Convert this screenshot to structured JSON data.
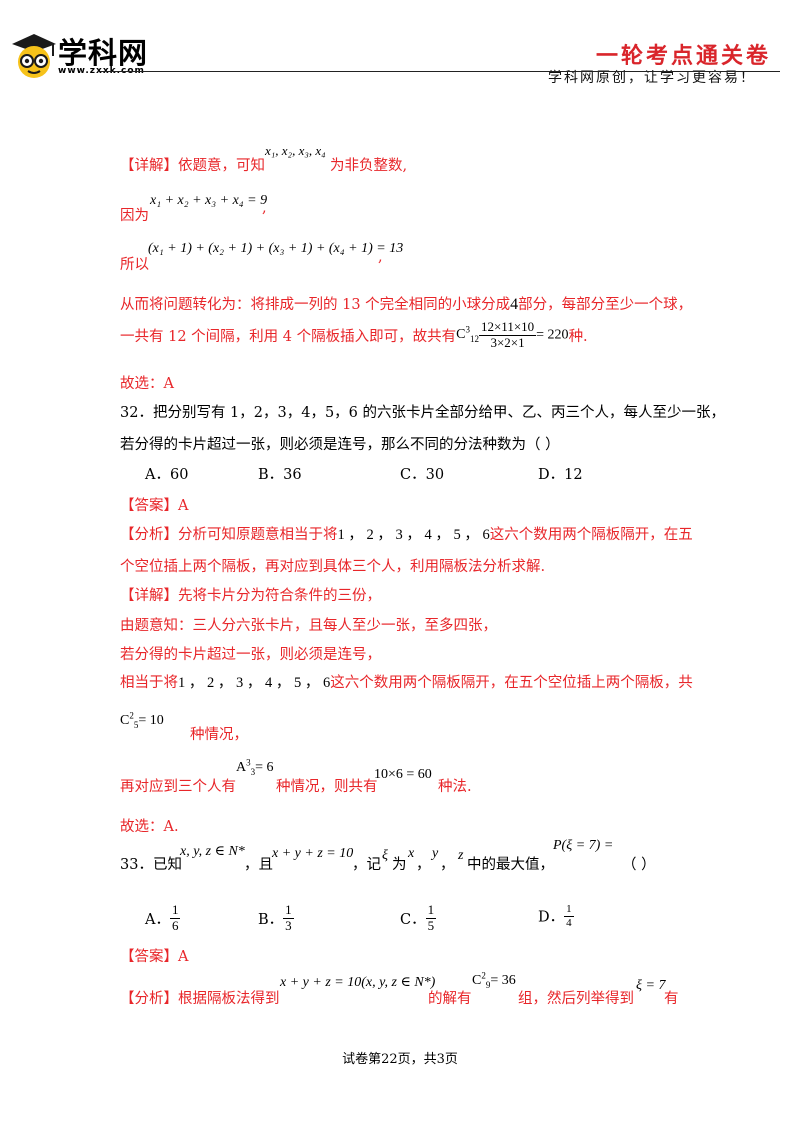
{
  "header": {
    "logo_text": "学科网",
    "logo_url": "www.zxxk.com",
    "series_title": "一轮考点通关卷",
    "slogan": "学科网原创，让学习更容易！"
  },
  "p1": {
    "detail_label": "【详解】",
    "detail_text": "依题意，可知",
    "detail_vars": "x₁, x₂, x₃, x₄",
    "detail_tail": "为非负整数,",
    "because": "因为",
    "eq1": "x₁ + x₂ + x₃ + x₄ = 9",
    "comma": ",",
    "so": "所以",
    "eq2": "(x₁ + 1) + (x₂ + 1) + (x₃ + 1) + (x₄ + 1) = 13",
    "line4a": "从而将问题转化为：将排成一列的 13 个完全相同的小球分成",
    "line4num": "4",
    "line4b": "部分，每部分至少一个球，",
    "line5a": "一共有 12 个间隔，利用 4 个隔板插入即可，故共有",
    "comb_sym": "C",
    "comb_sup": "3",
    "comb_sub": "12",
    "frac_num": "12×11×10",
    "frac_den": "3×2×1",
    "frac_eq": "= 220",
    "line5b": "种.",
    "choose": "故选：A"
  },
  "q32": {
    "stem1": "32．把分别写有 1，2，3，4，5，6 的六张卡片全部分给甲、乙、丙三个人，每人至少一张，",
    "stem2": "若分得的卡片超过一张，则必须是连号，那么不同的分法种数为（      ）",
    "options": [
      "A．60",
      "B．36",
      "C．30",
      "D．12"
    ],
    "answer": "【答案】A",
    "analysis_label": "【分析】",
    "analysis1a": "分析可知原题意相当于将",
    "nums": "1 ， 2 ， 3 ， 4 ， 5 ， 6",
    "analysis1b": "这六个数用两个隔板隔开，在五",
    "analysis2": "个空位插上两个隔板，再对应到具体三个人，利用隔板法分析求解.",
    "detail_label": "【详解】",
    "detail1": "先将卡片分为符合条件的三份，",
    "detail2": "由题意知：三人分六张卡片，且每人至少一张，至多四张，",
    "detail3": "若分得的卡片超过一张，则必须是连号，",
    "detail4a": "相当于将",
    "detail4nums": "1 ， 2 ， 3 ， 4 ， 5 ， 6",
    "detail4b": "这六个数用两个隔板隔开，在五个空位插上两个隔板，共",
    "c52": "C",
    "c52_sup": "2",
    "c52_sub": "5",
    "c52_eq": "= 10",
    "detail5": "种情况，",
    "detail6a": "再对应到三个人有",
    "a33": "A",
    "a33_sup": "3",
    "a33_sub": "3",
    "a33_eq": "= 6",
    "detail6b": "种情况，则共有",
    "prod": "10×6 = 60",
    "detail6c": "种法.",
    "choose": "故选：A."
  },
  "q33": {
    "stem_a": "33．已知",
    "set": "x, y, z ∈ N*",
    "stem_b": "，且",
    "eq": "x + y + z = 10",
    "stem_c": "，记",
    "xi": "ξ",
    "stem_d": "为",
    "x": "x",
    "sep1": "，",
    "y": "y",
    "sep2": "，",
    "z": "z",
    "stem_e": "中的最大值，",
    "prob": "P(ξ = 7) =",
    "paren": "（      ）",
    "options": [
      {
        "label": "A．",
        "num": "1",
        "den": "6"
      },
      {
        "label": "B．",
        "num": "1",
        "den": "3"
      },
      {
        "label": "C．",
        "num": "1",
        "den": "5"
      },
      {
        "label": "D．",
        "num": "1",
        "den": "4"
      }
    ],
    "answer": "【答案】A",
    "analysis_label": "【分析】",
    "analysis_a": "根据隔板法得到",
    "analysis_eq": "x + y + z = 10(x, y, z ∈ N*)",
    "analysis_b": "的解有",
    "c92": "C",
    "c92_sup": "2",
    "c92_sub": "9",
    "c92_eq": "= 36",
    "analysis_c": "组，然后列举得到",
    "analysis_xi": "ξ = 7",
    "analysis_d": "有"
  },
  "footer": {
    "page": "试卷第22页，共3页"
  }
}
